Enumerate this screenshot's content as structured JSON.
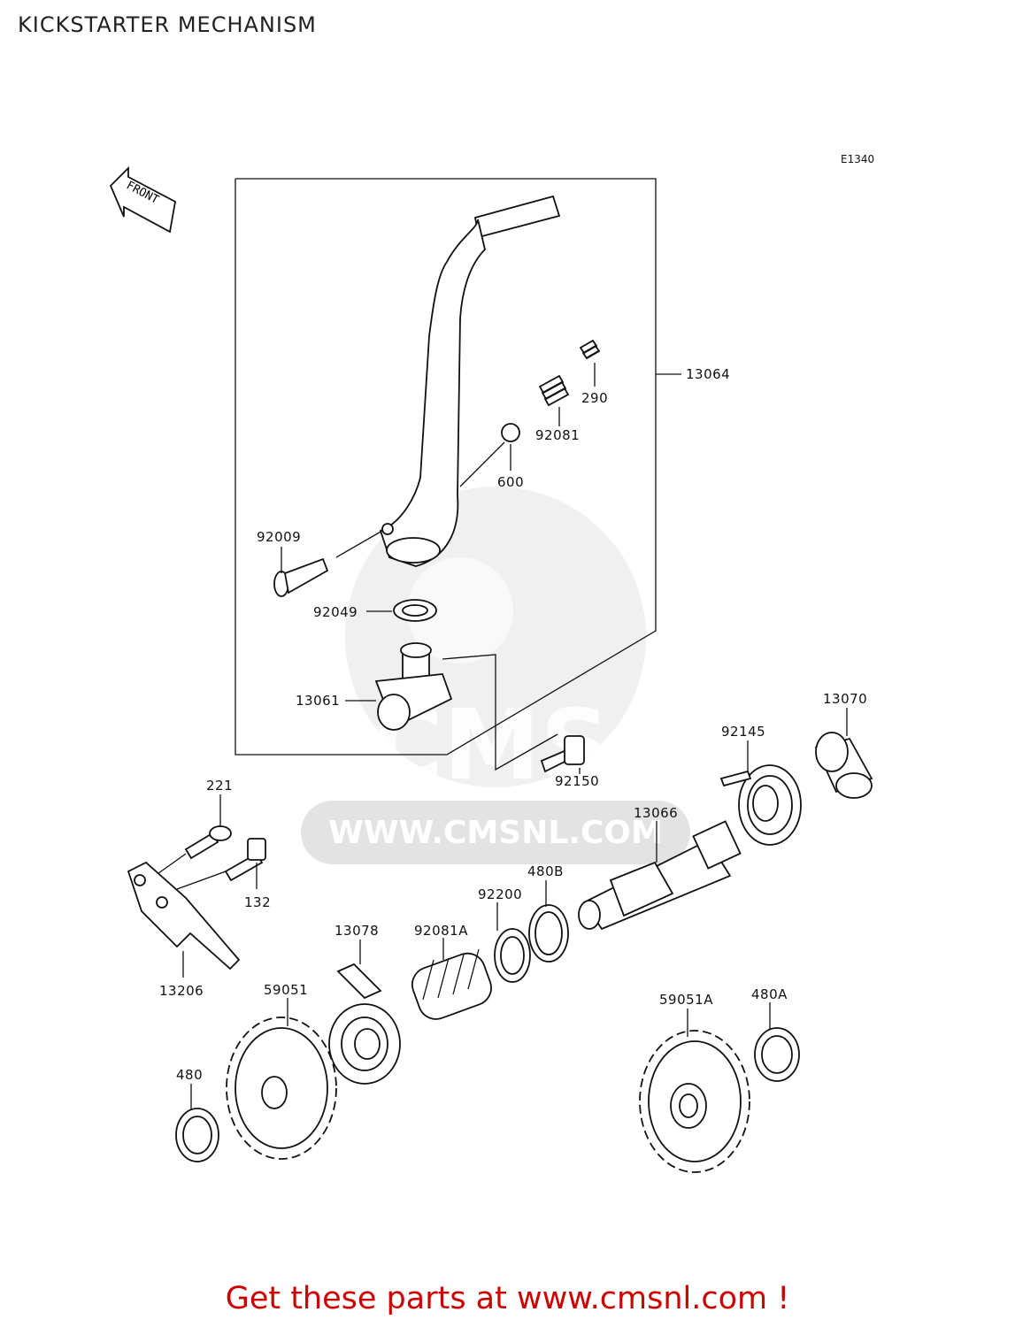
{
  "title": "KICKSTARTER MECHANISM",
  "diagram_code": "E1340",
  "front_marker": "FRONT",
  "watermark": {
    "logo_text": "CMS",
    "url_text": "WWW.CMSNL.COM"
  },
  "part_labels": {
    "p13064": "13064",
    "p290": "290",
    "p92081": "92081",
    "p600": "600",
    "p92009": "92009",
    "p92049": "92049",
    "p13061": "13061",
    "p92150": "92150",
    "p13070": "13070",
    "p92145": "92145",
    "p13066": "13066",
    "p221": "221",
    "p132": "132",
    "p13206": "13206",
    "p480B": "480B",
    "p92200": "92200",
    "p92081A": "92081A",
    "p13078": "13078",
    "p59051": "59051",
    "p480": "480",
    "p59051A": "59051A",
    "p480A": "480A"
  },
  "promo": "Get these parts at www.cmsnl.com !",
  "colors": {
    "promo": "#cc0000",
    "lines": "#111111",
    "watermark": "#e3e3e3"
  }
}
